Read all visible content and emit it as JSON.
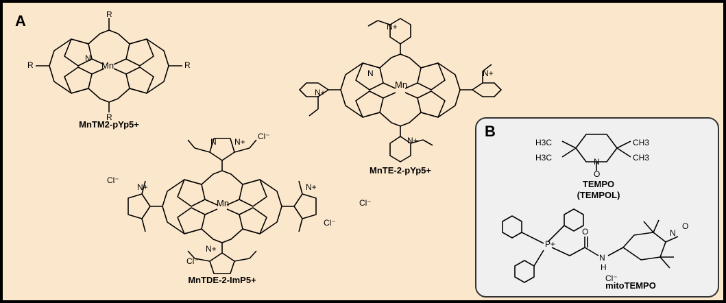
{
  "panels": {
    "a": {
      "label": "A"
    },
    "b": {
      "label": "B"
    }
  },
  "compounds": {
    "mntm": {
      "name": "MnTM2-pYp5+",
      "metal": "Mn",
      "substituent": "R",
      "nitrogen": "N"
    },
    "mnte": {
      "name": "MnTE-2-pYp5+",
      "metal": "Mn",
      "nitrogen": "N",
      "pyridinium": "N+"
    },
    "mntde": {
      "name": "MnTDE-2-ImP5+",
      "metal": "Mn",
      "nitrogen": "N",
      "imidazolium": "N+",
      "counterion": "Cl⁻"
    },
    "tempo": {
      "name_line1": "TEMPO",
      "name_line2": "(TEMPOL)",
      "methyl": "CH3",
      "methyl_left": "H3C",
      "nitrogen": "N",
      "oxygen": "O"
    },
    "mitotempo": {
      "name": "mitoTEMPO",
      "phosphorus": "P+",
      "oxygen": "O",
      "amine": "N",
      "hydrogen": "H",
      "nitrogen": "N",
      "oxyl": "O",
      "counterion": "Cl⁻"
    }
  },
  "colors": {
    "panel_a_bg": "#fbe7cc",
    "panel_b_bg": "#f0f0f0",
    "ink": "#000000"
  }
}
